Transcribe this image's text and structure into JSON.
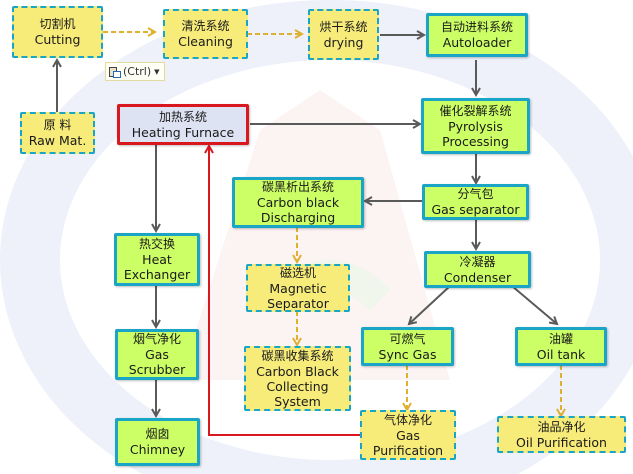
{
  "diagram": {
    "nodes": {
      "cutting": {
        "zh": "切割机",
        "en": "Cutting"
      },
      "cleaning": {
        "zh": "清洗系统",
        "en": "Cleaning"
      },
      "drying": {
        "zh": "烘干系统",
        "en": "drying"
      },
      "autoloader": {
        "zh": "自动进料系统",
        "en": "Autoloader"
      },
      "raw_mat": {
        "zh": "原 料",
        "en": "Raw Mat."
      },
      "heating_furnace": {
        "zh": "加热系统",
        "en": "Heating Furnace"
      },
      "pyrolysis": {
        "zh": "催化裂解系统",
        "en1": "Pyrolysis",
        "en2": "Processing"
      },
      "carbon_discharging": {
        "zh": "碳黑析出系统",
        "en1": "Carbon black",
        "en2": "Discharging"
      },
      "gas_separator": {
        "zh": "分气包",
        "en": "Gas separator"
      },
      "heat_exchanger": {
        "zh": "热交换",
        "en1": "Heat",
        "en2": "Exchanger"
      },
      "magnetic_separator": {
        "zh": "磁选机",
        "en1": "Magnetic",
        "en2": "Separator"
      },
      "condenser": {
        "zh": "冷凝器",
        "en": "Condenser"
      },
      "gas_scrubber": {
        "zh": "烟气净化",
        "en1": "Gas",
        "en2": "Scrubber"
      },
      "sync_gas": {
        "zh": "可燃气",
        "en": "Sync Gas"
      },
      "oil_tank": {
        "zh": "油罐",
        "en": "Oil tank"
      },
      "carbon_collecting": {
        "zh": "碳黑收集系统",
        "en1": "Carbon Black",
        "en2": "Collecting",
        "en3": "System"
      },
      "gas_purification": {
        "zh": "气体净化",
        "en1": "Gas",
        "en2": "Purification"
      },
      "oil_purification": {
        "zh": "油品净化",
        "en": "Oil Purification"
      },
      "chimney": {
        "zh": "烟囱",
        "en": "Chimney"
      }
    },
    "edges": [
      {
        "from": "raw_mat",
        "to": "cutting",
        "style": "solid"
      },
      {
        "from": "cutting",
        "to": "cleaning",
        "style": "dashed"
      },
      {
        "from": "cleaning",
        "to": "drying",
        "style": "dashed"
      },
      {
        "from": "drying",
        "to": "autoloader",
        "style": "solid"
      },
      {
        "from": "autoloader",
        "to": "pyrolysis",
        "style": "solid"
      },
      {
        "from": "heating_furnace",
        "to": "pyrolysis",
        "style": "solid"
      },
      {
        "from": "pyrolysis",
        "to": "gas_separator",
        "style": "solid"
      },
      {
        "from": "gas_separator",
        "to": "carbon_discharging",
        "style": "solid"
      },
      {
        "from": "gas_separator",
        "to": "condenser",
        "style": "solid"
      },
      {
        "from": "carbon_discharging",
        "to": "magnetic_separator",
        "style": "dashed"
      },
      {
        "from": "magnetic_separator",
        "to": "carbon_collecting",
        "style": "dashed"
      },
      {
        "from": "condenser",
        "to": "sync_gas",
        "style": "solid"
      },
      {
        "from": "condenser",
        "to": "oil_tank",
        "style": "solid"
      },
      {
        "from": "sync_gas",
        "to": "gas_purification",
        "style": "dashed"
      },
      {
        "from": "oil_tank",
        "to": "oil_purification",
        "style": "dashed"
      },
      {
        "from": "gas_purification",
        "to": "heating_furnace",
        "style": "red"
      },
      {
        "from": "heating_furnace",
        "to": "heat_exchanger",
        "style": "solid"
      },
      {
        "from": "heat_exchanger",
        "to": "gas_scrubber",
        "style": "solid"
      },
      {
        "from": "gas_scrubber",
        "to": "chimney",
        "style": "solid"
      }
    ],
    "colors": {
      "solid_fill": "#ccff66",
      "dashed_fill": "#f7ec7a",
      "border": "#1aa5c7",
      "heating_border": "#d8171f",
      "heating_fill": "#dde3f2",
      "solid_arrow": "#5a5a5a",
      "dashed_arrow": "#e0b030",
      "red_arrow": "#d8171f"
    }
  },
  "paste_options": {
    "label": "(Ctrl)"
  }
}
